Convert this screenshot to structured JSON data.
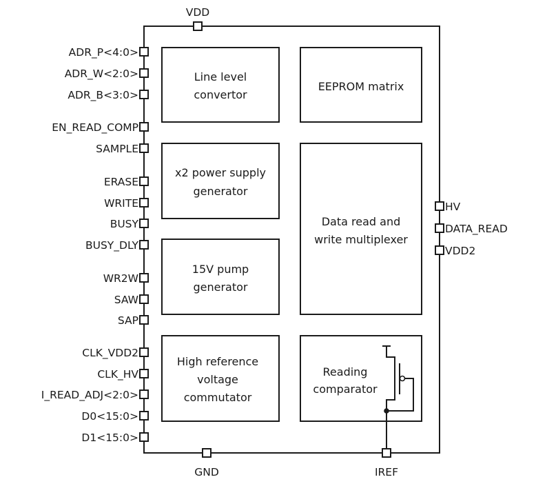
{
  "diagram": {
    "type": "chip-block-diagram",
    "top_pins": [
      {
        "id": "vdd",
        "label": "VDD"
      }
    ],
    "bottom_pins": [
      {
        "id": "gnd",
        "label": "GND"
      },
      {
        "id": "iref",
        "label": "IREF"
      }
    ],
    "left_pins": [
      {
        "id": "adr-p",
        "label": "ADR_P<4:0>"
      },
      {
        "id": "adr-w",
        "label": "ADR_W<2:0>"
      },
      {
        "id": "adr-b",
        "label": "ADR_B<3:0>"
      },
      {
        "id": "en-read-comp",
        "label": "EN_READ_COMP"
      },
      {
        "id": "sample",
        "label": "SAMPLE"
      },
      {
        "id": "erase",
        "label": "ERASE"
      },
      {
        "id": "write",
        "label": "WRITE"
      },
      {
        "id": "busy",
        "label": "BUSY"
      },
      {
        "id": "busy-dly",
        "label": "BUSY_DLY"
      },
      {
        "id": "wr2w",
        "label": "WR2W"
      },
      {
        "id": "saw",
        "label": "SAW"
      },
      {
        "id": "sap",
        "label": "SAP"
      },
      {
        "id": "clk-vdd2",
        "label": "CLK_VDD2"
      },
      {
        "id": "clk-hv",
        "label": "CLK_HV"
      },
      {
        "id": "i-read-adj",
        "label": "I_READ_ADJ<2:0>"
      },
      {
        "id": "d0",
        "label": "D0<15:0>"
      },
      {
        "id": "d1",
        "label": "D1<15:0>"
      }
    ],
    "right_pins": [
      {
        "id": "hv",
        "label": "HV"
      },
      {
        "id": "data-read",
        "label": "DATA_READ"
      },
      {
        "id": "vdd2",
        "label": "VDD2"
      }
    ],
    "blocks": [
      {
        "id": "line-level-convertor",
        "lines": [
          "Line level",
          "convertor"
        ]
      },
      {
        "id": "eeprom-matrix",
        "lines": [
          "EEPROM matrix"
        ]
      },
      {
        "id": "x2-power-supply-generator",
        "lines": [
          "x2 power supply",
          "generator"
        ]
      },
      {
        "id": "15v-pump-generator",
        "lines": [
          "15V pump",
          "generator"
        ]
      },
      {
        "id": "data-read-write-multiplexer",
        "lines": [
          "Data read and",
          "write multiplexer"
        ]
      },
      {
        "id": "high-reference-voltage-commutator",
        "lines": [
          "High reference",
          "voltage",
          "commutator"
        ]
      },
      {
        "id": "reading-comparator",
        "lines": [
          "Reading",
          "comparator"
        ]
      }
    ]
  }
}
